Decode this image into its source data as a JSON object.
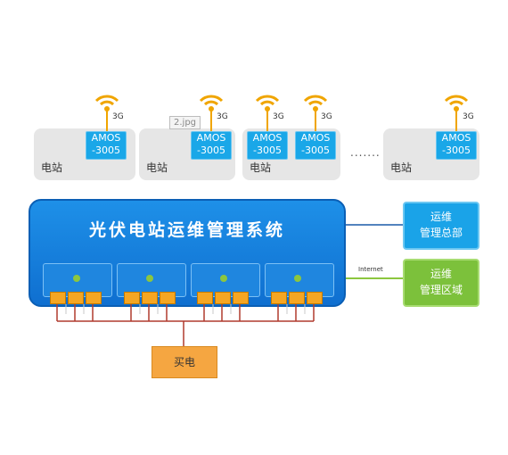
{
  "stations": [
    {
      "label": "电站",
      "devices": [
        {
          "network": "3G",
          "model_line1": "AMOS",
          "model_line2": "-3005"
        }
      ]
    },
    {
      "label": "电站",
      "devices": [
        {
          "network": "3G",
          "model_line1": "AMOS",
          "model_line2": "-3005"
        }
      ]
    },
    {
      "label": "电站",
      "devices": [
        {
          "network": "3G",
          "model_line1": "AMOS",
          "model_line2": "-3005"
        },
        {
          "network": "3G",
          "model_line1": "AMOS",
          "model_line2": "-3005"
        }
      ]
    },
    {
      "label": "电站",
      "devices": [
        {
          "network": "3G",
          "model_line1": "AMOS",
          "model_line2": "-3005"
        }
      ]
    }
  ],
  "ellipsis": ".......",
  "image_tooltip": "2.jpg",
  "system": {
    "title": "光伏电站运维管理系统"
  },
  "ops_hq": {
    "line1": "运维",
    "line2": "管理总部"
  },
  "ops_area": {
    "line1": "运维",
    "line2": "管理区域"
  },
  "internet_label": "Internet",
  "power_label": "买电",
  "colors": {
    "system_blue": "#1a86e0",
    "hq_blue": "#1aa3e8",
    "area_green": "#7cc13b",
    "power_orange": "#f5a641",
    "wire_red": "#b03a2e"
  }
}
